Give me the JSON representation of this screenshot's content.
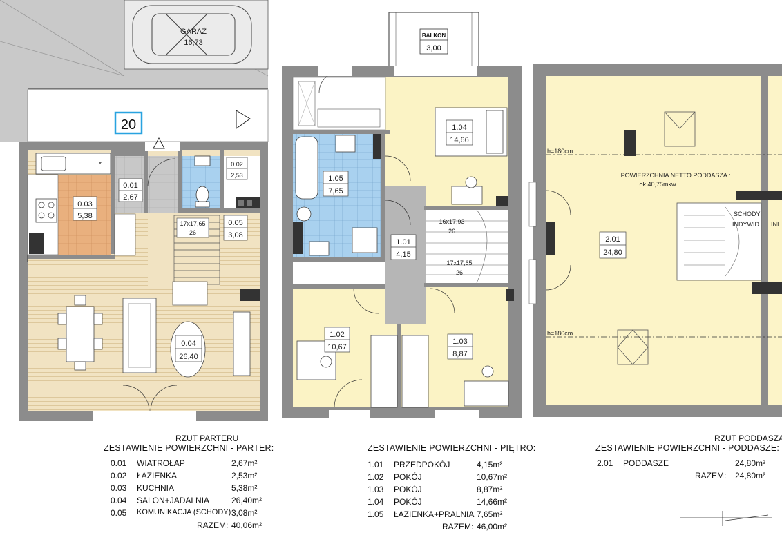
{
  "ground_floor": {
    "garage": {
      "name": "GARAŻ",
      "area": "16,73"
    },
    "house_number": "20",
    "rooms": [
      {
        "id": "0.01",
        "area": "2,67"
      },
      {
        "id": "0.02",
        "area": "2,53"
      },
      {
        "id": "0.03",
        "area": "5,38"
      },
      {
        "id": "0.04",
        "area": "26,40"
      },
      {
        "id": "0.05",
        "area": "3,08"
      }
    ],
    "stairs_note": "17x17,65",
    "stairs_count": "26"
  },
  "first_floor": {
    "balcony": {
      "name": "BALKON",
      "area": "3,00"
    },
    "rooms": [
      {
        "id": "1.01",
        "area": "4,15"
      },
      {
        "id": "1.02",
        "area": "10,67"
      },
      {
        "id": "1.03",
        "area": "8,87"
      },
      {
        "id": "1.04",
        "area": "14,66"
      },
      {
        "id": "1.05",
        "area": "7,65"
      }
    ],
    "stairs_top_note": "16x17,93",
    "stairs_top_count": "26",
    "stairs_bottom_note": "17x17,65",
    "stairs_bottom_count": "26"
  },
  "attic": {
    "height_top": "h=180cm",
    "height_bottom": "h=180cm",
    "net_area_line1": "POWIERZCHNIA NETTO PODDASZA :",
    "net_area_line2": "ok.40,75mkw",
    "stairs_line1": "SCHODY",
    "stairs_line2": "INDYWID.",
    "stairs_cut": "INI",
    "room": {
      "id": "2.01",
      "area": "24,80"
    }
  },
  "tables": {
    "ground": {
      "title": "RZUT PARTERU",
      "header": "ZESTAWIENIE POWIERZCHNI - PARTER:",
      "rows": [
        {
          "no": "0.01",
          "name": "WIATROŁAP",
          "area": "2,67m²"
        },
        {
          "no": "0.02",
          "name": "ŁAZIENKA",
          "area": "2,53m²"
        },
        {
          "no": "0.03",
          "name": "KUCHNIA",
          "area": "5,38m²"
        },
        {
          "no": "0.04",
          "name": "SALON+JADALNIA",
          "area": "26,40m²"
        },
        {
          "no": "0.05",
          "name": "KOMUNIKACJA (SCHODY)",
          "area": "3,08m²"
        }
      ],
      "total_label": "RAZEM:",
      "total": "40,06m²"
    },
    "first": {
      "header": "ZESTAWIENIE POWIERZCHNI - PIĘTRO:",
      "rows": [
        {
          "no": "1.01",
          "name": "PRZEDPOKÓJ",
          "area": "4,15m²"
        },
        {
          "no": "1.02",
          "name": "POKÓJ",
          "area": "10,67m²"
        },
        {
          "no": "1.03",
          "name": "POKÓJ",
          "area": "8,87m²"
        },
        {
          "no": "1.04",
          "name": "POKÓJ",
          "area": "14,66m²"
        },
        {
          "no": "1.05",
          "name": "ŁAZIENKA+PRALNIA",
          "area": "7,65m²"
        }
      ],
      "total_label": "RAZEM:",
      "total": "46,00m²"
    },
    "attic": {
      "title": "RZUT PODDASZA",
      "header": "ZESTAWIENIE POWIERZCHNI - PODDASZE:",
      "rows": [
        {
          "no": "2.01",
          "name": "PODDASZE",
          "area": "24,80m²"
        }
      ],
      "total_label": "RAZEM:",
      "total": "24,80m²"
    }
  },
  "colors": {
    "wall": "#8c8c8c",
    "wood_floor": "#f1e3c2",
    "tile_blue": "#a9d1ef",
    "tile_orange": "#e9b07e",
    "cream": "#fbf3c5",
    "attic_floor": "#fcf4c8",
    "garage_fill": "#bfbfbf",
    "house_number_border": "#29a3e0"
  }
}
